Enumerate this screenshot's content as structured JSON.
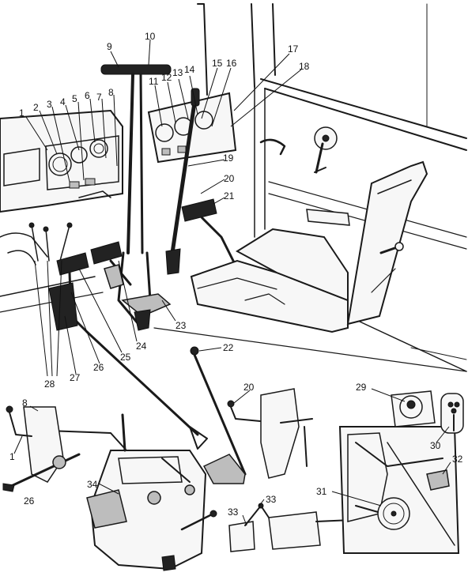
{
  "callouts": {
    "c1": "1",
    "c2": "2",
    "c3": "3",
    "c4": "4",
    "c5": "5",
    "c6": "6",
    "c7": "7",
    "c8": "8",
    "c9": "9",
    "c10": "10",
    "c11": "11",
    "c12": "12",
    "c13": "13",
    "c14": "14",
    "c15": "15",
    "c16": "16",
    "c17": "17",
    "c18": "18",
    "c19": "19",
    "c20": "20",
    "c21": "21",
    "c22": "22",
    "c23": "23",
    "c24": "24",
    "c25": "25",
    "c26": "26",
    "c27": "27",
    "c28": "28",
    "d8": "8",
    "d1": "1",
    "d26": "26",
    "d34": "34",
    "d20": "20",
    "d33a": "33",
    "d33b": "33",
    "d29": "29",
    "d30": "30",
    "d31": "31",
    "d32": "32"
  },
  "colors": {
    "ink": "#1a1a1a",
    "paper": "#ffffff",
    "shade": "#bdbdbd"
  }
}
